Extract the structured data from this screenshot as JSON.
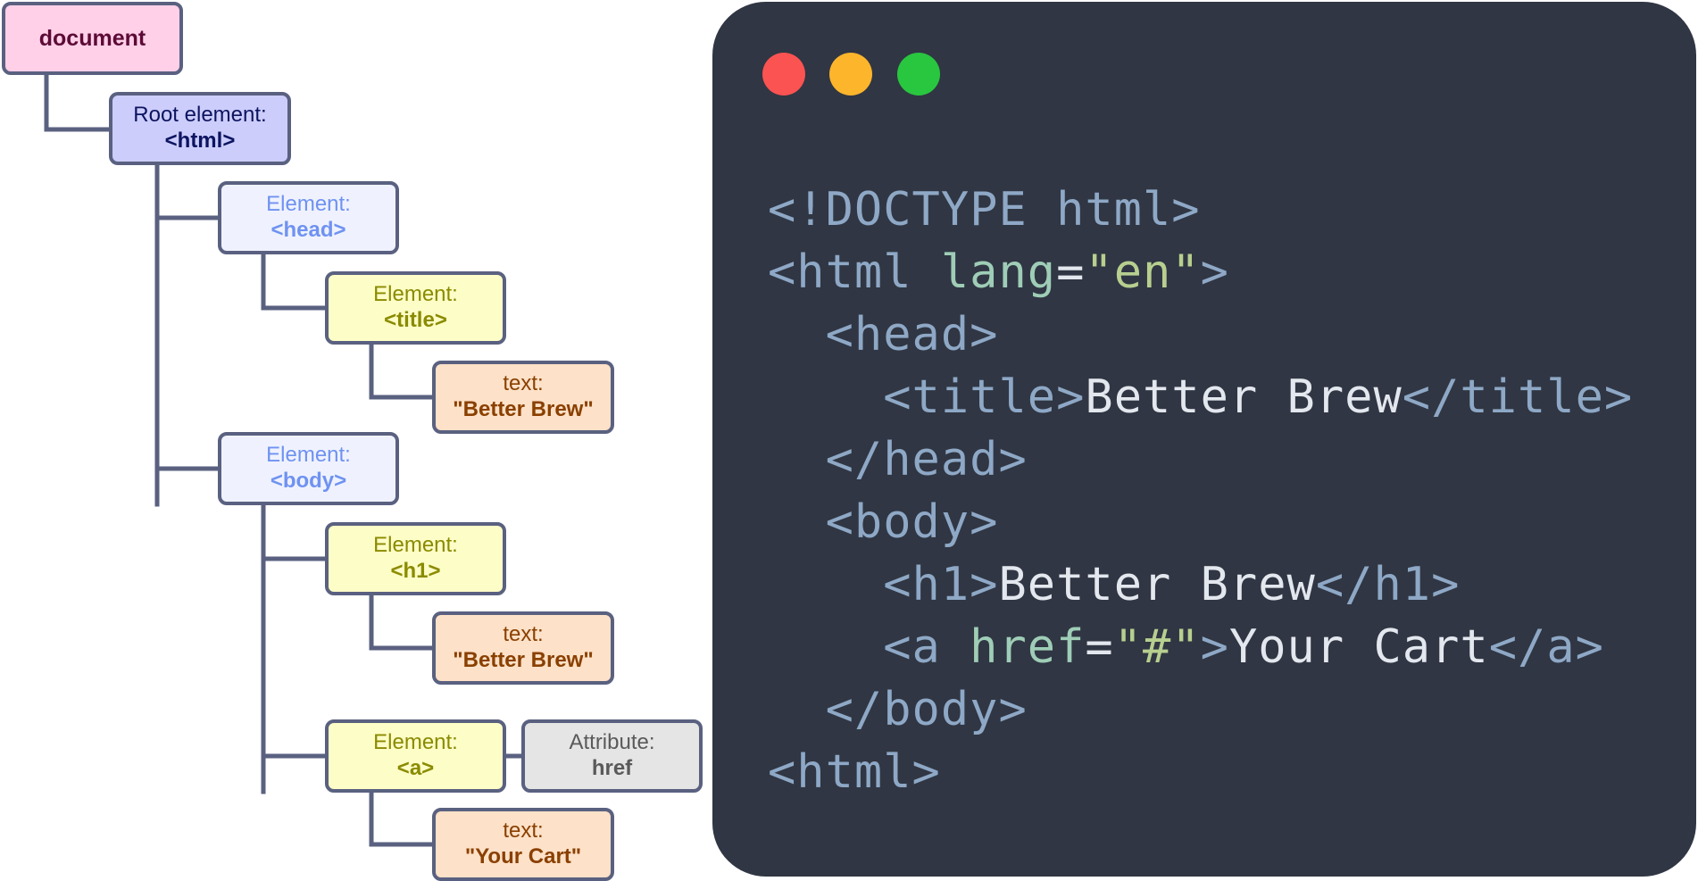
{
  "tree": {
    "document": {
      "tag": "document"
    },
    "html": {
      "label": "Root element:",
      "tag": "<html>"
    },
    "head": {
      "label": "Element:",
      "tag": "<head>"
    },
    "title": {
      "label": "Element:",
      "tag": "<title>"
    },
    "title_text": {
      "label": "text:",
      "tag": "\"Better Brew\""
    },
    "body": {
      "label": "Element:",
      "tag": "<body>"
    },
    "h1": {
      "label": "Element:",
      "tag": "<h1>"
    },
    "h1_text": {
      "label": "text:",
      "tag": "\"Better Brew\""
    },
    "a": {
      "label": "Element:",
      "tag": "<a>"
    },
    "a_attr": {
      "label": "Attribute:",
      "tag": "href"
    },
    "a_text": {
      "label": "text:",
      "tag": "\"Your Cart\""
    }
  },
  "colors": {
    "document_fill": "#ffd0e8",
    "root_fill": "#cccdfb",
    "head_body_fill": "#eff2fe",
    "element_fill": "#fdfdc7",
    "text_fill": "#fde1c8",
    "attribute_fill": "#e5e5e5",
    "border": "#5a6180",
    "code_background": "#303643"
  },
  "window": {
    "controls": [
      "close-dot",
      "minimize-dot",
      "maximize-dot"
    ],
    "control_colors": [
      "#fb5351",
      "#fdb52c",
      "#29c63f"
    ]
  },
  "code": {
    "l1": {
      "t1": "<!DOCTYPE html>"
    },
    "l2": {
      "t1": "<html ",
      "a1": "lang",
      "eq": "=",
      "s1": "\"en\"",
      "t2": ">"
    },
    "l3": {
      "indent": "  ",
      "t1": "<head>"
    },
    "l4": {
      "indent": "    ",
      "t1": "<title>",
      "x1": "Better Brew",
      "t2": "</title>"
    },
    "l5": {
      "indent": "  ",
      "t1": "</head>"
    },
    "l6": {
      "indent": "  ",
      "t1": "<body>"
    },
    "l7": {
      "indent": "    ",
      "t1": "<h1>",
      "x1": "Better Brew",
      "t2": "</h1>"
    },
    "l8": {
      "indent": "    ",
      "t1": "<a ",
      "a1": "href",
      "eq": "=",
      "s1": "\"#\"",
      "t2": ">",
      "x1": "Your Cart",
      "t3": "</a>"
    },
    "l9": {
      "indent": "  ",
      "t1": "</body>"
    },
    "l10": {
      "t1": "<html>"
    }
  }
}
